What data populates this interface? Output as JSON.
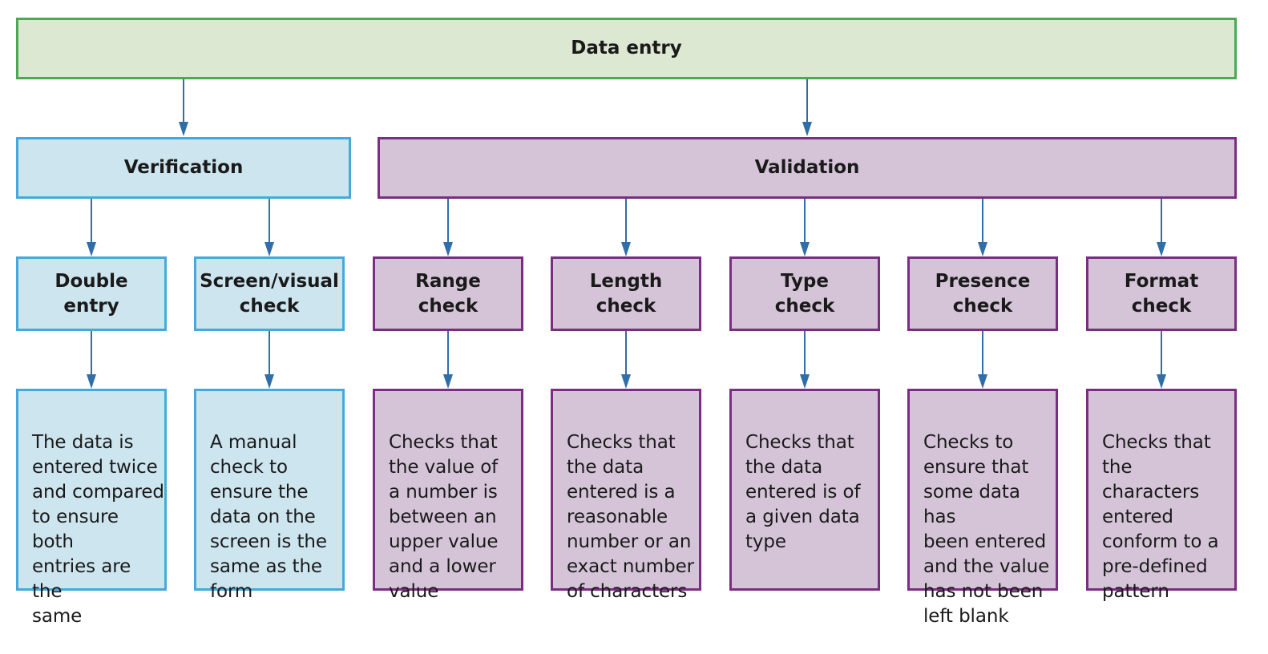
{
  "diagram": {
    "root": {
      "label": "Data entry"
    },
    "groups": [
      {
        "label": "Verification",
        "children": [
          {
            "label": "Double\nentry",
            "description": "The data is\nentered twice\nand compared\nto ensure both\nentries are the\nsame"
          },
          {
            "label": "Screen/visual\ncheck",
            "description": "A manual\ncheck to\nensure the\ndata on the\nscreen is the\nsame as the\nform"
          }
        ]
      },
      {
        "label": "Validation",
        "children": [
          {
            "label": "Range\ncheck",
            "description": "Checks that\nthe value of\na number is\nbetween an\nupper value\nand a lower\nvalue"
          },
          {
            "label": "Length\ncheck",
            "description": "Checks that\nthe data\nentered is a\nreasonable\nnumber or an\nexact number\nof characters"
          },
          {
            "label": "Type\ncheck",
            "description": "Checks that\nthe data\nentered is of\na given data\ntype"
          },
          {
            "label": "Presence\ncheck",
            "description": "Checks to\nensure that\nsome data has\nbeen entered\nand the value\nhas not been\nleft blank"
          },
          {
            "label": "Format\ncheck",
            "description": "Checks that\nthe characters\nentered\nconform to a\npre-defined\npattern"
          }
        ]
      }
    ]
  },
  "colors": {
    "root_fill": "#dce8d1",
    "root_border": "#4ea752",
    "verification_fill": "#cde5ef",
    "verification_border": "#45a9dc",
    "validation_fill": "#d5c4d8",
    "validation_border": "#7b2d82",
    "arrow": "#2f6ea8"
  }
}
